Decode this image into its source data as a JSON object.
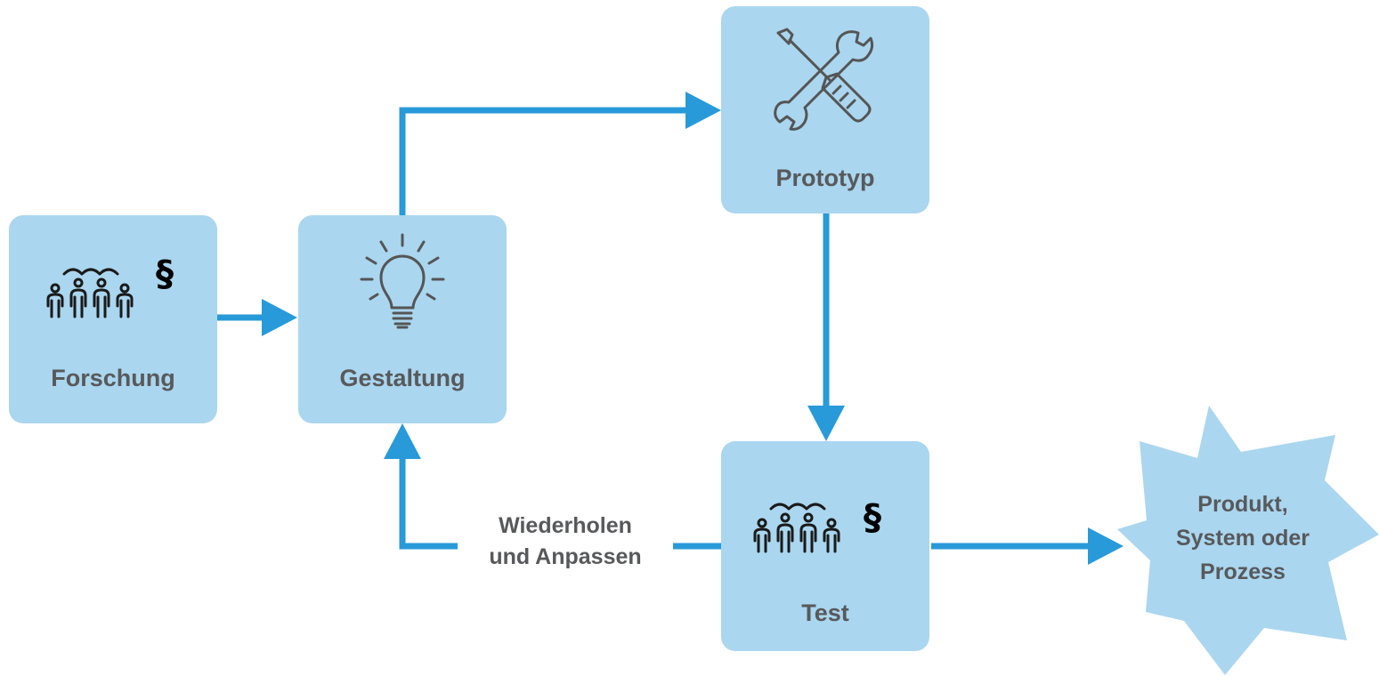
{
  "diagram": {
    "colors": {
      "box_fill": "#aad6ef",
      "arrow": "#289ad9",
      "text": "#58595b",
      "icon_stroke": "#555555"
    },
    "nodes": {
      "forschung": {
        "label": "Forschung",
        "symbol": "§",
        "icon": "people-group-icon"
      },
      "gestaltung": {
        "label": "Gestaltung",
        "icon": "lightbulb-icon"
      },
      "prototyp": {
        "label": "Prototyp",
        "icon": "wrench-screwdriver-icon"
      },
      "test": {
        "label": "Test",
        "symbol": "§",
        "icon": "people-group-icon"
      },
      "ergebnis": {
        "lines": [
          "Produkt,",
          "System oder",
          "Prozess"
        ],
        "shape": "star"
      }
    },
    "loop_label": {
      "line1": "Wiederholen",
      "line2": "und Anpassen"
    },
    "edges": [
      {
        "from": "Forschung",
        "to": "Gestaltung"
      },
      {
        "from": "Gestaltung",
        "to": "Prototyp"
      },
      {
        "from": "Prototyp",
        "to": "Test"
      },
      {
        "from": "Test",
        "to": "Gestaltung"
      },
      {
        "from": "Test",
        "to": "Produkt, System oder Prozess"
      }
    ]
  }
}
